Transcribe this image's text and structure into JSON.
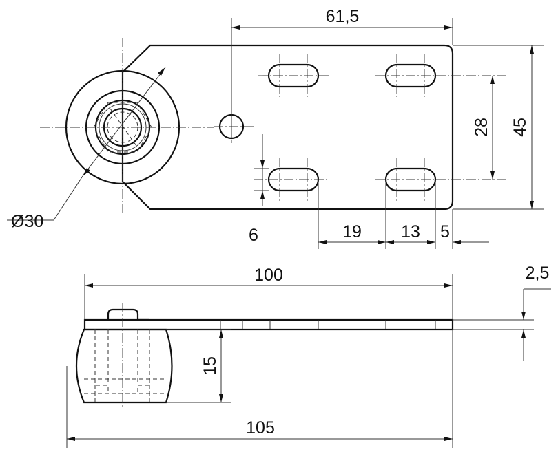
{
  "drawing": {
    "dimensions": {
      "width_61_5": "61,5",
      "height_45": "45",
      "slot_spacing_28": "28",
      "diameter_30": "Ø30",
      "slot_width_6": "6",
      "offset_19": "19",
      "offset_13": "13",
      "offset_5": "5",
      "length_100": "100",
      "thickness_2_5": "2,5",
      "height_15": "15",
      "length_105": "105"
    }
  }
}
